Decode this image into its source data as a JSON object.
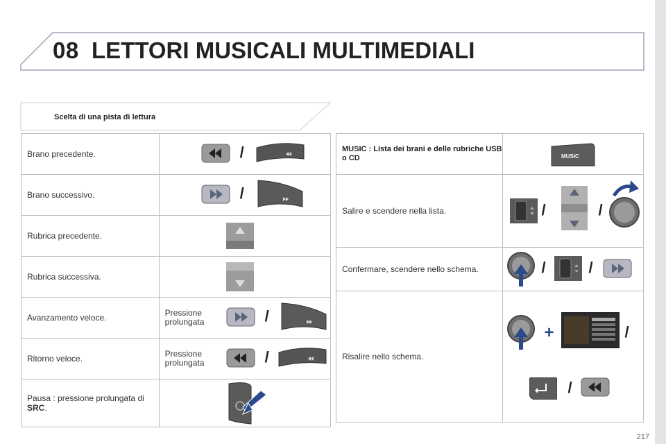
{
  "header": {
    "chapter": "08",
    "title": "LETTORI MUSICALI MULTIMEDIALI"
  },
  "section": {
    "title": "Scelta di una pista di lettura"
  },
  "left_rows": [
    {
      "label": "Brano precedente."
    },
    {
      "label": "Brano successivo."
    },
    {
      "label": "Rubrica precedente."
    },
    {
      "label": "Rubrica successiva."
    },
    {
      "label": "Avanzamento veloce.",
      "note": "Pressione prolungata"
    },
    {
      "label": "Ritorno veloce.",
      "note": "Pressione prolungata"
    },
    {
      "label": "Pausa : pressione prolungata di",
      "label_bold": "SRC",
      "label_end": "."
    }
  ],
  "right_rows": [
    {
      "label": "MUSIC : Lista dei brani e delle rubriche USB o CD",
      "button_text": "MUSIC"
    },
    {
      "label": "Salire e scendere nella lista."
    },
    {
      "label": "Confermare, scendere nello schema."
    },
    {
      "label": "Risalire nello schema."
    }
  ],
  "symbols": {
    "slash": "/",
    "plus": "+"
  },
  "page_number": "217",
  "colors": {
    "accent_blue": "#2a4a8a",
    "border": "#bdbdbd",
    "button_gray": "#8a8a8a"
  }
}
